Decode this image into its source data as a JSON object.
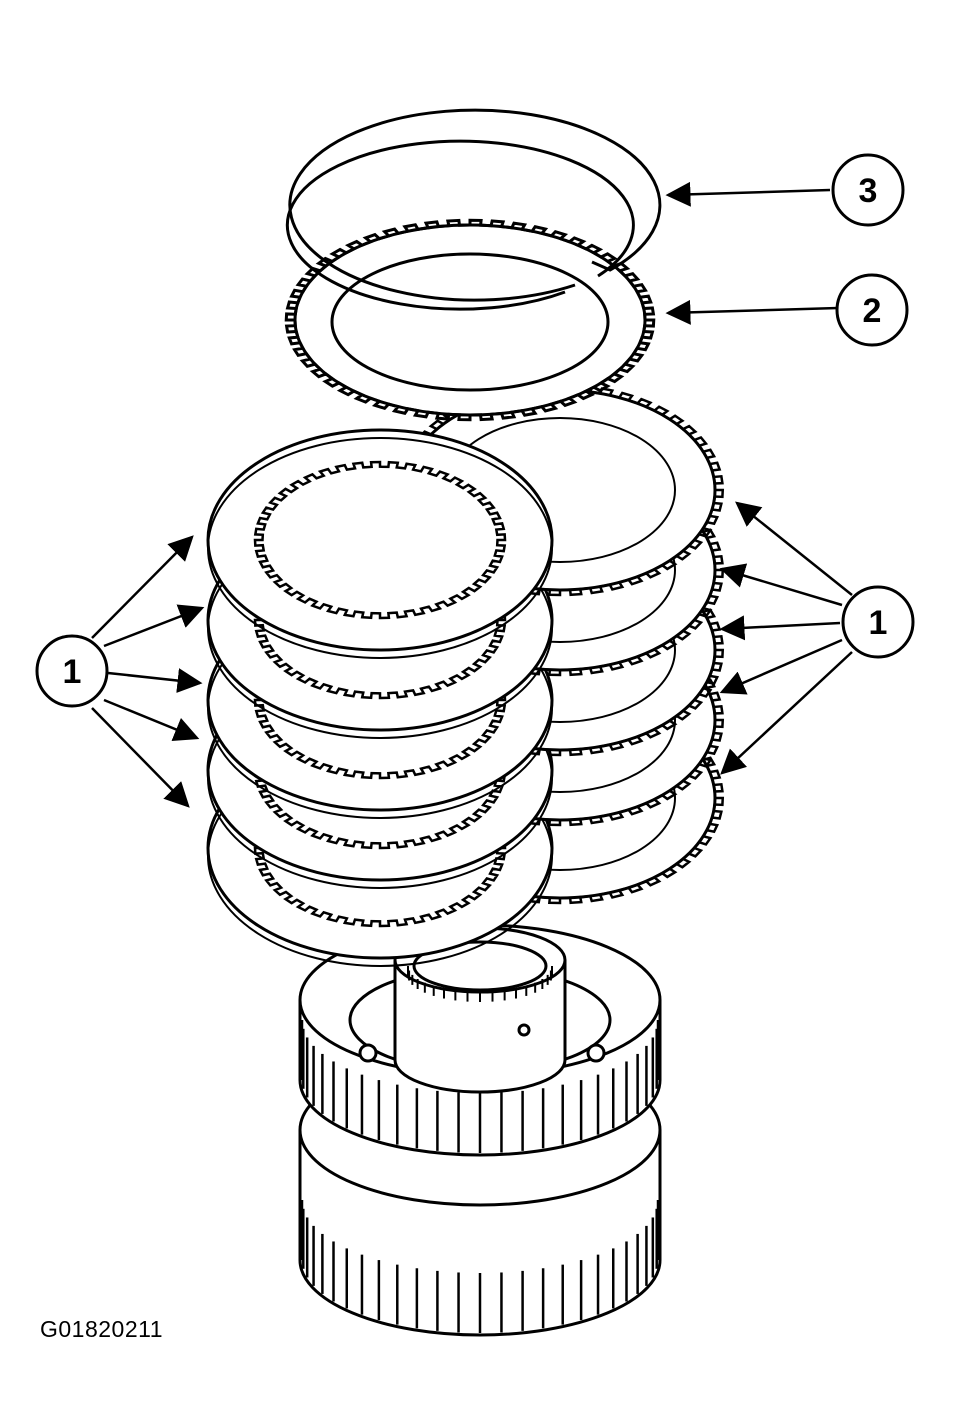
{
  "figure_code": "G01820211",
  "callouts": {
    "snap_ring": "3",
    "backing_plate": "2",
    "clutch_plates_left": "1",
    "clutch_plates_right": "1"
  },
  "colors": {
    "ink": "#000000",
    "paper": "#ffffff"
  }
}
